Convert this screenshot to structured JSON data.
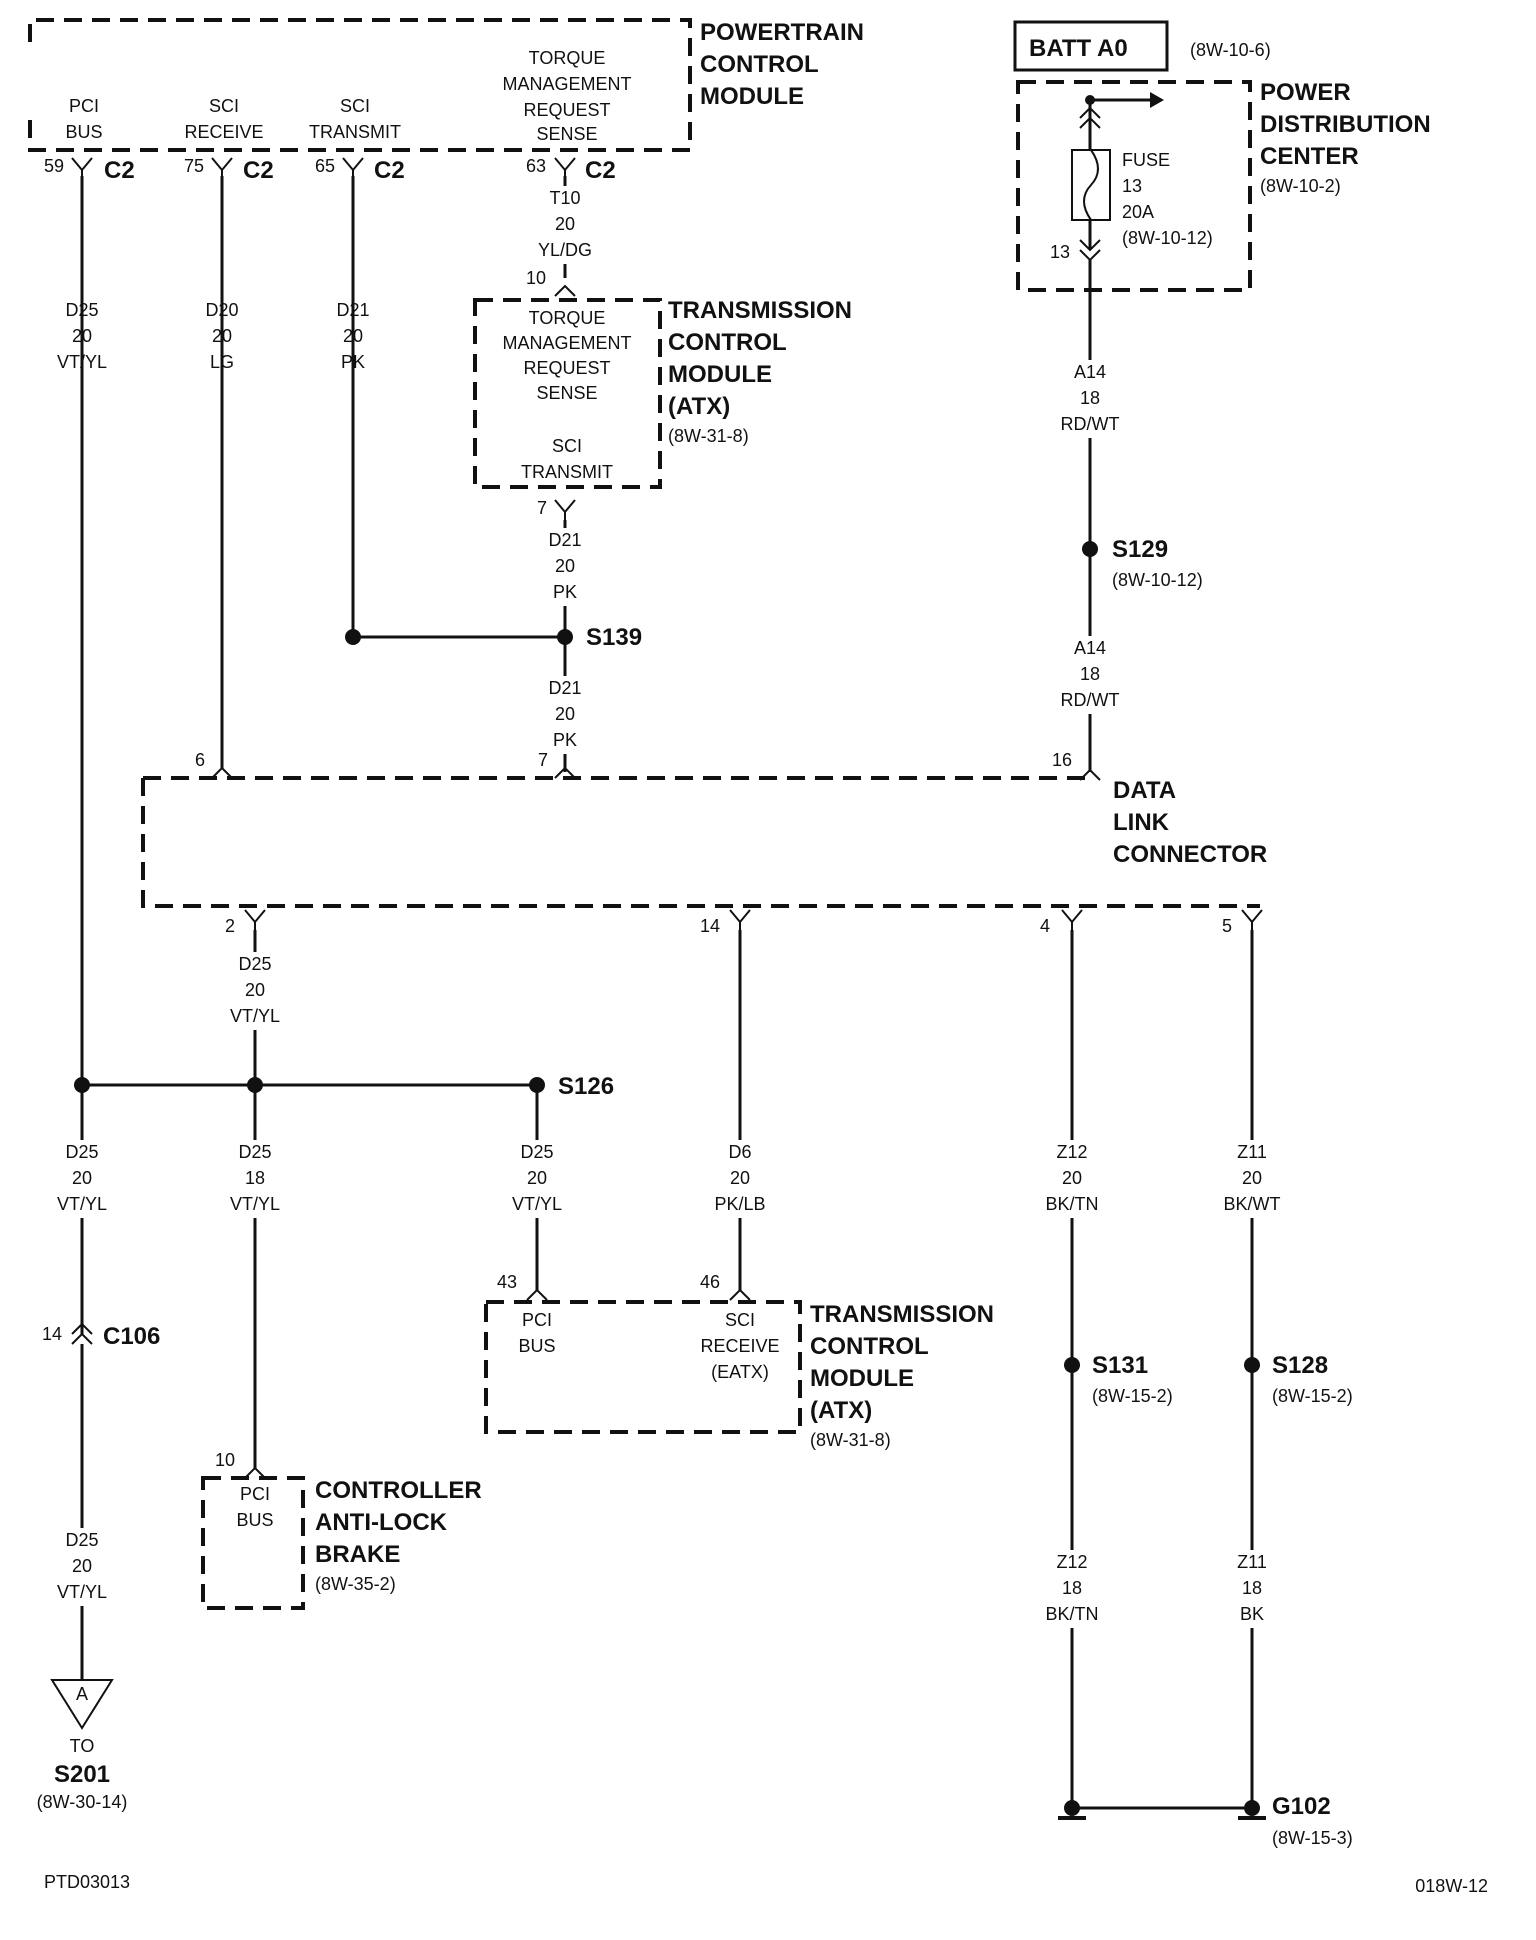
{
  "pcm": {
    "title": [
      "POWERTRAIN",
      "CONTROL",
      "MODULE"
    ],
    "pins": [
      {
        "label": [
          "PCI",
          "BUS"
        ],
        "pin": "59",
        "conn": "C2"
      },
      {
        "label": [
          "SCI",
          "RECEIVE"
        ],
        "pin": "75",
        "conn": "C2"
      },
      {
        "label": [
          "SCI",
          "TRANSMIT"
        ],
        "pin": "65",
        "conn": "C2"
      },
      {
        "label": [
          "TORQUE",
          "MANAGEMENT",
          "REQUEST",
          "SENSE"
        ],
        "pin": "63",
        "conn": "C2"
      }
    ]
  },
  "batt": {
    "label": "BATT A0",
    "ref": "(8W-10-6)"
  },
  "pdc": {
    "title": [
      "POWER",
      "DISTRIBUTION",
      "CENTER"
    ],
    "ref": "(8W-10-2)",
    "fuse": [
      "FUSE",
      "13",
      "20A",
      "(8W-10-12)"
    ],
    "pin": "13"
  },
  "tcm_top": {
    "title": [
      "TRANSMISSION",
      "CONTROL",
      "MODULE",
      "(ATX)"
    ],
    "ref": "(8W-31-8)",
    "pin_in": "10",
    "in_label": [
      "TORQUE",
      "MANAGEMENT",
      "REQUEST",
      "SENSE"
    ],
    "out_label": [
      "SCI",
      "TRANSMIT"
    ],
    "pin_out": "7"
  },
  "tcm_bottom": {
    "title": [
      "TRANSMISSION",
      "CONTROL",
      "MODULE",
      "(ATX)"
    ],
    "ref": "(8W-31-8)",
    "pins": [
      {
        "pin": "43",
        "label": [
          "PCI",
          "BUS"
        ]
      },
      {
        "pin": "46",
        "label": [
          "SCI",
          "RECEIVE",
          "(EATX)"
        ]
      }
    ]
  },
  "abs": {
    "title": [
      "CONTROLLER",
      "ANTI-LOCK",
      "BRAKE"
    ],
    "ref": "(8W-35-2)",
    "pin": "10",
    "label": [
      "PCI",
      "BUS"
    ]
  },
  "dlc": {
    "title": [
      "DATA",
      "LINK",
      "CONNECTOR"
    ],
    "top_pins": [
      "6",
      "7",
      "16"
    ],
    "bottom_pins": [
      "2",
      "14",
      "4",
      "5"
    ]
  },
  "wires": {
    "d25_pci": [
      "D25",
      "20",
      "VT/YL"
    ],
    "d20": [
      "D20",
      "20",
      "LG"
    ],
    "d21_pcm": [
      "D21",
      "20",
      "PK"
    ],
    "t10": [
      "T10",
      "20",
      "YL/DG"
    ],
    "d21_tcm": [
      "D21",
      "20",
      "PK"
    ],
    "d21_dlc": [
      "D21",
      "20",
      "PK"
    ],
    "a14_top": [
      "A14",
      "18",
      "RD/WT"
    ],
    "a14_bottom": [
      "A14",
      "18",
      "RD/WT"
    ],
    "d25_dlc": [
      "D25",
      "20",
      "VT/YL"
    ],
    "d25_c106": [
      "D25",
      "20",
      "VT/YL"
    ],
    "d25_abs": [
      "D25",
      "18",
      "VT/YL"
    ],
    "d25_tcm": [
      "D25",
      "20",
      "VT/YL"
    ],
    "d6": [
      "D6",
      "20",
      "PK/LB"
    ],
    "z12_top": [
      "Z12",
      "20",
      "BK/TN"
    ],
    "z11_top": [
      "Z11",
      "20",
      "BK/WT"
    ],
    "d25_s201": [
      "D25",
      "20",
      "VT/YL"
    ],
    "z12_bottom": [
      "Z12",
      "18",
      "BK/TN"
    ],
    "z11_bottom": [
      "Z11",
      "18",
      "BK"
    ]
  },
  "splices": {
    "s139": "S139",
    "s129": {
      "label": "S129",
      "ref": "(8W-10-12)"
    },
    "s126": "S126",
    "s131": {
      "label": "S131",
      "ref": "(8W-15-2)"
    },
    "s128": {
      "label": "S128",
      "ref": "(8W-15-2)"
    }
  },
  "c106": {
    "pin": "14",
    "label": "C106"
  },
  "offpage": {
    "letter": "A",
    "to": "TO",
    "dest": "S201",
    "ref": "(8W-30-14)"
  },
  "ground": {
    "label": "G102",
    "ref": "(8W-15-3)"
  },
  "footer": {
    "left": "PTD03013",
    "right": "018W-12"
  }
}
